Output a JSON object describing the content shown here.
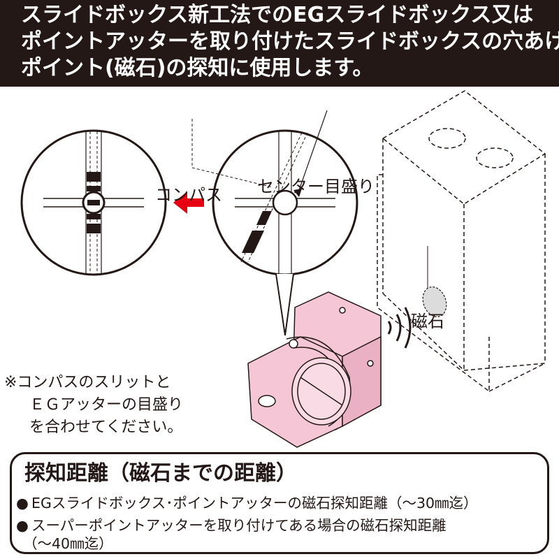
{
  "header": {
    "lines": [
      "スライドボックス新工法でのEGスライドボックス又は",
      "ポイントアッターを取り付けたスライドボックスの穴あけ",
      "ポイント(磁石)の探知に使用します。"
    ]
  },
  "diagram": {
    "label_compass": "コンパス",
    "label_center_scale": "センター目盛り",
    "label_magnet": "磁石",
    "note_lines": [
      "※コンパスのスリットと",
      "ＥＧアッターの目盛り",
      "を合わせてください。"
    ],
    "colors": {
      "arrow": "#e60012",
      "device": "#f4c6d6",
      "magnet": "#dcdcdc"
    }
  },
  "info": {
    "title": "探知距離（磁石までの距離）",
    "items": [
      "EGスライドボックス･ポイントアッターの磁石探知距離（～30㎜迄）",
      "スーパーポイントアッターを取り付けてある場合の磁石探知距離",
      "（～40㎜迄）"
    ]
  }
}
